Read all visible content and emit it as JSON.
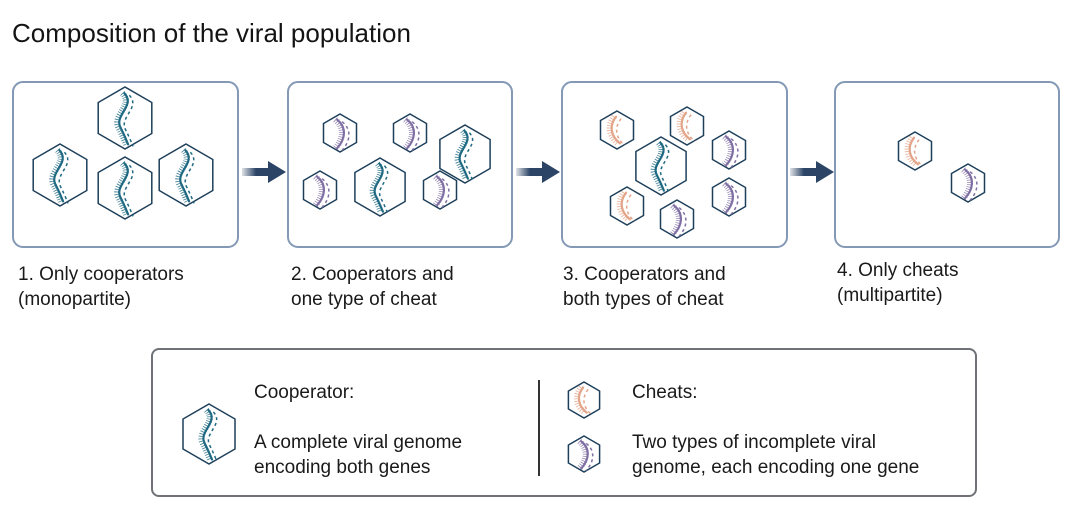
{
  "title": "Composition of the viral population",
  "colors": {
    "cooperator": "#1f6a82",
    "cheat_a": "#e3a488",
    "cheat_b": "#7f6fa3",
    "hexagon": "#1d3f5a",
    "panel_border": "#8399b5",
    "arrow": "#2c4466"
  },
  "panels": [
    {
      "number": "1.",
      "caption_line1": "1. Only cooperators",
      "caption_line2": "(monopartite)",
      "composition": {
        "cooperators": 4,
        "cheat_a": 0,
        "cheat_b": 0
      }
    },
    {
      "number": "2.",
      "caption_line1": "2. Cooperators and",
      "caption_line2": "one type of cheat",
      "composition": {
        "cooperators": 2,
        "cheat_a": 0,
        "cheat_b": 4
      }
    },
    {
      "number": "3.",
      "caption_line1": "3. Cooperators and",
      "caption_line2": "both types of cheat",
      "composition": {
        "cooperators": 1,
        "cheat_a": 3,
        "cheat_b": 3
      }
    },
    {
      "number": "4.",
      "caption_line1": "4. Only cheats",
      "caption_line2": "(multipartite)",
      "composition": {
        "cooperators": 0,
        "cheat_a": 1,
        "cheat_b": 1
      }
    }
  ],
  "legend": {
    "cooperator_heading": "Cooperator:",
    "cooperator_desc_line1": "A complete viral genome",
    "cooperator_desc_line2": "encoding both genes",
    "cheats_heading": "Cheats:",
    "cheats_desc_line1": "Two types of incomplete viral",
    "cheats_desc_line2": "genome, each encoding one gene"
  },
  "icons": {
    "cooperator": "hexagon-full-genome-icon",
    "cheat_a": "hexagon-partial-genome-a-icon",
    "cheat_b": "hexagon-partial-genome-b-icon",
    "arrow": "arrow-right-icon"
  }
}
